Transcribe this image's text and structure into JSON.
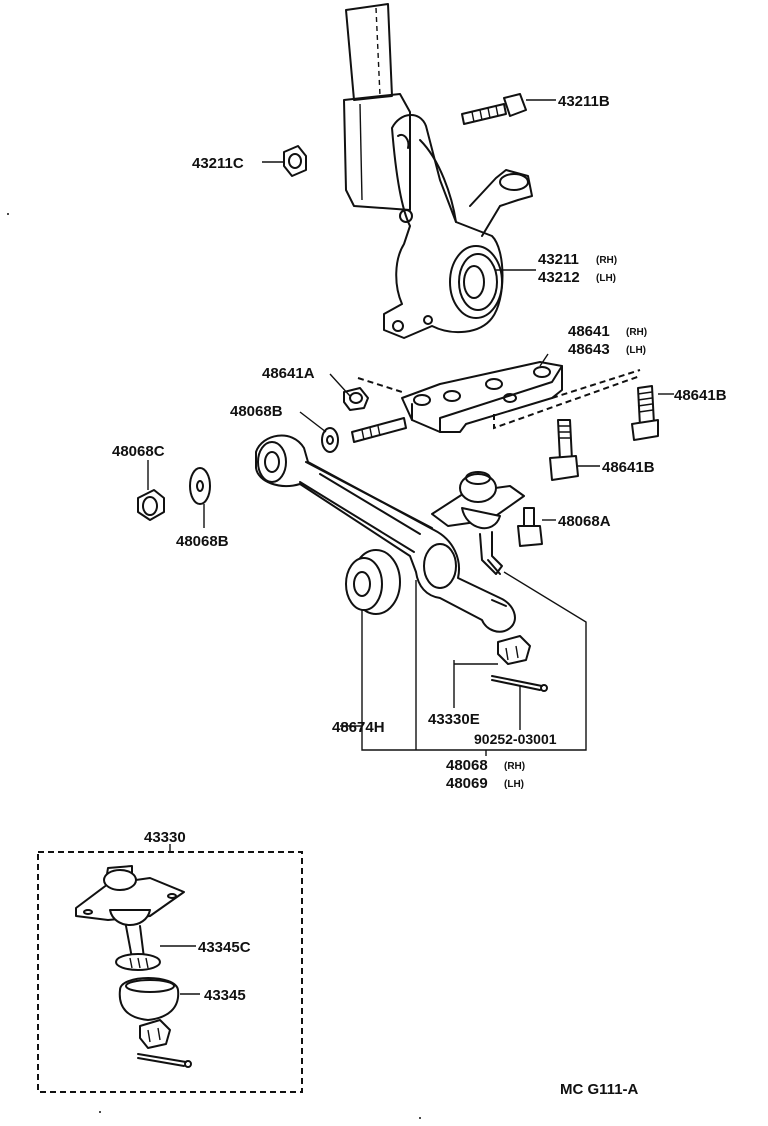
{
  "diagram": {
    "labels": {
      "p43211B": "43211B",
      "p43211C": "43211C",
      "p43211": "43211",
      "p43211_note": "(RH)",
      "p43212": "43212",
      "p43212_note": "(LH)",
      "p48641": "48641",
      "p48641_note": "(RH)",
      "p48643": "48643",
      "p48643_note": "(LH)",
      "p48641A": "48641A",
      "p48641B_top": "48641B",
      "p48641B_mid": "48641B",
      "p48068B_top": "48068B",
      "p48068C": "48068C",
      "p48068B_low": "48068B",
      "p48068A": "48068A",
      "p48674H": "48674H",
      "p43330E": "43330E",
      "p90252": "90252-03001",
      "p48068": "48068",
      "p48068_note": "(RH)",
      "p48069": "48069",
      "p48069_note": "(LH)",
      "p43330": "43330",
      "p43345C": "43345C",
      "p43345": "43345",
      "code": "MC G111-A"
    },
    "icons": [
      "strut-shape",
      "steering-knuckle-shape",
      "bolt-shape",
      "nut-shape",
      "washer-shape",
      "bushing-shape",
      "lower-arm-shape",
      "ball-joint-shape",
      "cotter-pin-shape",
      "mounting-bracket-shape",
      "ball-joint-boot-shape"
    ]
  }
}
